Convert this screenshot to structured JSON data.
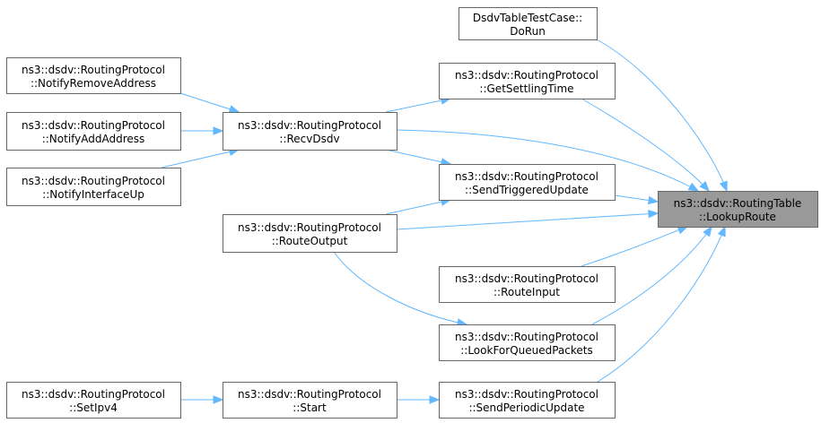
{
  "diagram": {
    "type": "call-graph",
    "nodes": {
      "lookup_route": [
        "ns3::dsdv::RoutingTable",
        "::LookupRoute"
      ],
      "do_run": [
        "DsdvTableTestCase::",
        "DoRun"
      ],
      "get_settling_time": [
        "ns3::dsdv::RoutingProtocol",
        "::GetSettlingTime"
      ],
      "recv_dsdv": [
        "ns3::dsdv::RoutingProtocol",
        "::RecvDsdv"
      ],
      "send_triggered_update": [
        "ns3::dsdv::RoutingProtocol",
        "::SendTriggeredUpdate"
      ],
      "route_output": [
        "ns3::dsdv::RoutingProtocol",
        "::RouteOutput"
      ],
      "route_input": [
        "ns3::dsdv::RoutingProtocol",
        "::RouteInput"
      ],
      "look_for_queued_packets": [
        "ns3::dsdv::RoutingProtocol",
        "::LookForQueuedPackets"
      ],
      "send_periodic_update": [
        "ns3::dsdv::RoutingProtocol",
        "::SendPeriodicUpdate"
      ],
      "notify_remove_address": [
        "ns3::dsdv::RoutingProtocol",
        "::NotifyRemoveAddress"
      ],
      "notify_add_address": [
        "ns3::dsdv::RoutingProtocol",
        "::NotifyAddAddress"
      ],
      "notify_interface_up": [
        "ns3::dsdv::RoutingProtocol",
        "::NotifyInterfaceUp"
      ],
      "start": [
        "ns3::dsdv::RoutingProtocol",
        "::Start"
      ],
      "set_ipv4": [
        "ns3::dsdv::RoutingProtocol",
        "::SetIpv4"
      ]
    },
    "edges": [
      [
        "do_run",
        "lookup_route"
      ],
      [
        "get_settling_time",
        "lookup_route"
      ],
      [
        "recv_dsdv",
        "lookup_route"
      ],
      [
        "send_triggered_update",
        "lookup_route"
      ],
      [
        "route_output",
        "lookup_route"
      ],
      [
        "route_input",
        "lookup_route"
      ],
      [
        "look_for_queued_packets",
        "lookup_route"
      ],
      [
        "send_periodic_update",
        "lookup_route"
      ],
      [
        "recv_dsdv",
        "get_settling_time"
      ],
      [
        "recv_dsdv",
        "send_triggered_update"
      ],
      [
        "route_output",
        "send_triggered_update"
      ],
      [
        "route_output",
        "look_for_queued_packets"
      ],
      [
        "notify_remove_address",
        "recv_dsdv"
      ],
      [
        "notify_add_address",
        "recv_dsdv"
      ],
      [
        "notify_interface_up",
        "recv_dsdv"
      ],
      [
        "start",
        "send_periodic_update"
      ],
      [
        "set_ipv4",
        "start"
      ]
    ],
    "colors": {
      "edge": "#63b8ff",
      "node_border": "#666666",
      "target_fill": "#999999",
      "node_fill": "#ffffff"
    }
  }
}
